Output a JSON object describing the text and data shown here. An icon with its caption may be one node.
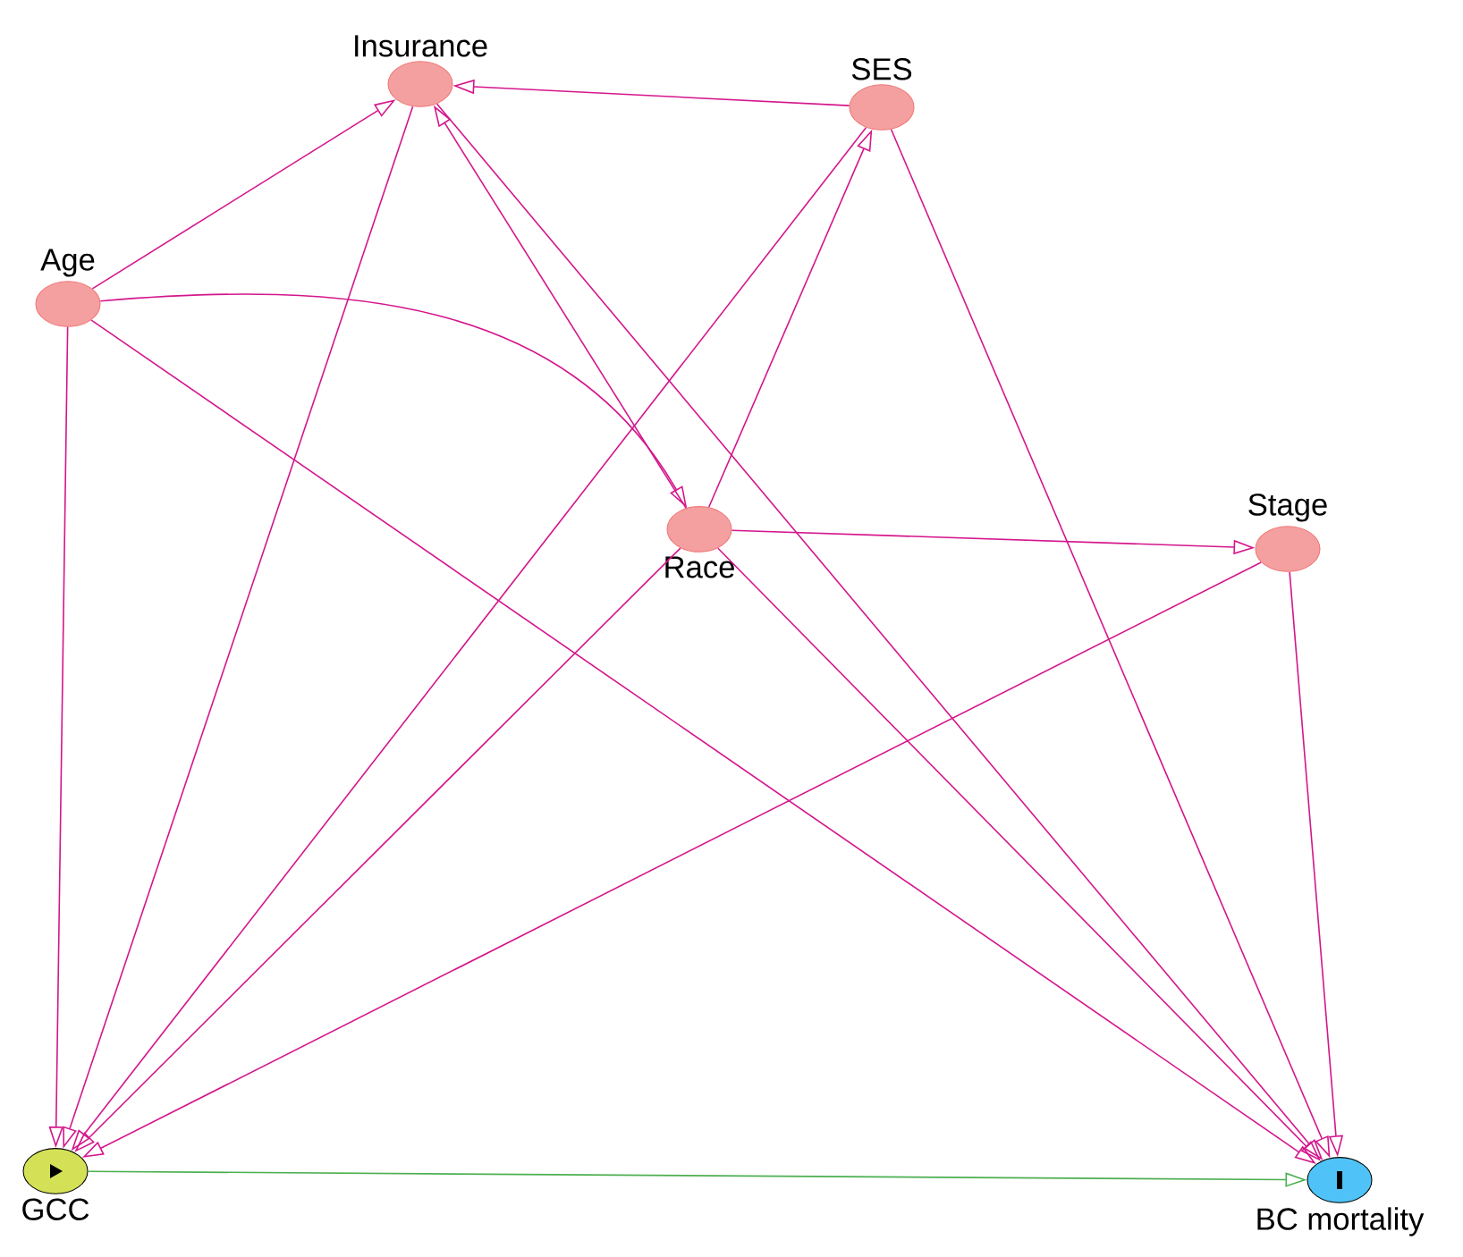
{
  "diagram": {
    "nodes": [
      {
        "text": [
          "Insurance"
        ]
      },
      {
        "text": [
          "SES"
        ]
      },
      {
        "text": [
          "Age"
        ]
      },
      {
        "text": [
          "Race"
        ]
      },
      {
        "text": [
          "Stage"
        ]
      },
      {
        "text": [
          "GCC"
        ]
      },
      {
        "text": [
          "BC mortality"
        ]
      }
    ],
    "edges": [
      {
        "from": 1,
        "to": 0,
        "arrow": "to"
      },
      {
        "from": 2,
        "to": 0,
        "arrow": "to"
      },
      {
        "from": 3,
        "to": 0,
        "arrow": "to"
      },
      {
        "from": 2,
        "to": 3,
        "arrow": "to"
      },
      {
        "from": 3,
        "to": 1,
        "arrow": "to"
      },
      {
        "from": 3,
        "to": 4,
        "arrow": "to"
      },
      {
        "from": 2,
        "to": 5,
        "arrow": "to"
      },
      {
        "from": 0,
        "to": 5,
        "arrow": "to"
      },
      {
        "from": 1,
        "to": 5,
        "arrow": "to"
      },
      {
        "from": 3,
        "to": 5,
        "arrow": "to"
      },
      {
        "from": 4,
        "to": 5,
        "arrow": "to"
      },
      {
        "from": 2,
        "to": 6,
        "arrow": "to"
      },
      {
        "from": 0,
        "to": 6,
        "arrow": "to"
      },
      {
        "from": 1,
        "to": 6,
        "arrow": "to"
      },
      {
        "from": 3,
        "to": 6,
        "arrow": "to"
      },
      {
        "from": 4,
        "to": 6,
        "arrow": "to"
      },
      {
        "from": 5,
        "to": 6,
        "arrow": "to",
        "color": "#4caf50"
      }
    ]
  }
}
